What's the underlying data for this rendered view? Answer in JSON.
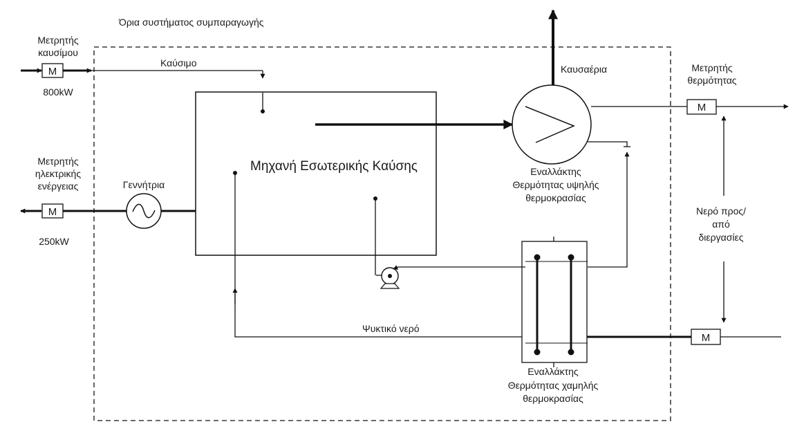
{
  "boundary_label": "Όρια συστήματος συμπαραγωγής",
  "fuel_meter": {
    "label_line1": "Μετρητής",
    "label_line2": "καυσίμου",
    "symbol": "M",
    "value": "800kW"
  },
  "fuel_label": "Καύσιμο",
  "power_meter": {
    "label_line1": "Μετρητής",
    "label_line2": "ηλεκτρικής",
    "label_line3": "ενέργειας",
    "symbol": "M",
    "value": "250kW"
  },
  "generator_label": "Γεννήτρια",
  "engine_label": "Μηχανή Εσωτερικής Καύσης",
  "exhaust_label": "Καυσαέρια",
  "hx_high": {
    "line1": "Εναλλάκτης",
    "line2": "Θερμότητας υψηλής",
    "line3": "θερμοκρασίας"
  },
  "heat_meter": {
    "label_line1": "Μετρητής",
    "label_line2": "θερμότητας",
    "symbol": "M"
  },
  "process_water": {
    "line1": "Νερό προς/",
    "line2": "από",
    "line3": "διεργασίες"
  },
  "return_meter": {
    "symbol": "M"
  },
  "coolant_label": "Ψυκτικό νερό",
  "hx_low": {
    "line1": "Εναλλάκτης",
    "line2": "Θερμότητας χαμηλής",
    "line3": "θερμοκρασίας"
  }
}
